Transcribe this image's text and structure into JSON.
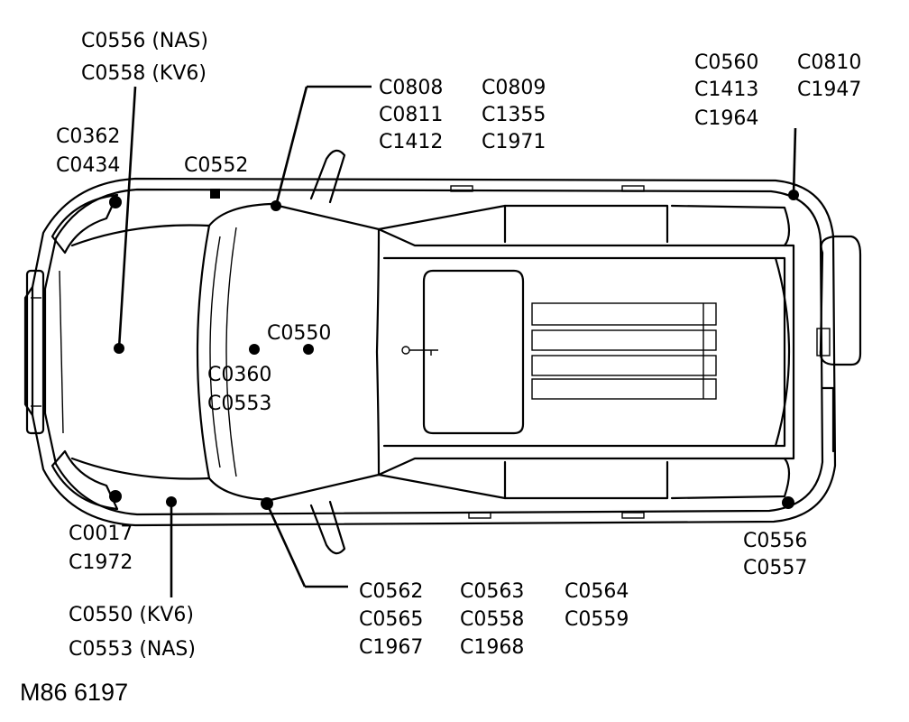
{
  "figure_id": "M86 6197",
  "callouts": {
    "front_center": [
      "C0556 (NAS)",
      "C0558 (KV6)"
    ],
    "front_left_corner": [
      "C0362",
      "C0434"
    ],
    "front_left_side": [
      "C0552"
    ],
    "a_pillar_left": [
      "C0808",
      "C0809",
      "C0811",
      "C1355",
      "C1412",
      "C1971"
    ],
    "rear_left": [
      "C0560",
      "C0810",
      "C1413",
      "C1947",
      "C1964"
    ],
    "center_1": [
      "C0550"
    ],
    "center_2": [
      "C0360",
      "C0553"
    ],
    "front_right_corner": [
      "C0017",
      "C1972"
    ],
    "front_right_side": [
      "C0550 (KV6)",
      "C0553 (NAS)"
    ],
    "a_pillar_right": [
      "C0562",
      "C0563",
      "C0564",
      "C0565",
      "C0558",
      "C0559",
      "C1967",
      "C1968"
    ],
    "rear_right": [
      "C0556",
      "C0557"
    ]
  }
}
